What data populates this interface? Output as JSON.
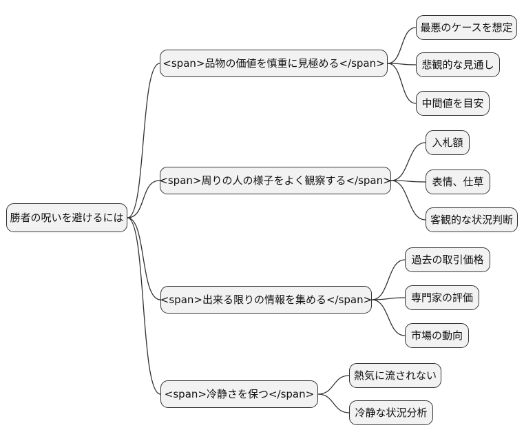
{
  "mindmap": {
    "root": {
      "label": "勝者の呪いを避けるには"
    },
    "branches": [
      {
        "label": "<span>品物の価値を慎重に見極める</span>",
        "children": [
          {
            "label": "最悪のケースを想定"
          },
          {
            "label": "悲観的な見通し"
          },
          {
            "label": "中間値を目安"
          }
        ]
      },
      {
        "label": "<span>周りの人の様子をよく観察する</span>",
        "children": [
          {
            "label": "入札額"
          },
          {
            "label": "表情、仕草"
          },
          {
            "label": "客観的な状況判断"
          }
        ]
      },
      {
        "label": "<span>出来る限りの情報を集める</span>",
        "children": [
          {
            "label": "過去の取引価格"
          },
          {
            "label": "専門家の評価"
          },
          {
            "label": "市場の動向"
          }
        ]
      },
      {
        "label": "<span>冷静さを保つ</span>",
        "children": [
          {
            "label": "熱気に流されない"
          },
          {
            "label": "冷静な状況分析"
          }
        ]
      }
    ],
    "colors": {
      "background": "#ffffff",
      "node_fill": "#f2f2f2",
      "node_border": "#333333",
      "edge": "#2f2f2f",
      "text": "#111111"
    }
  }
}
